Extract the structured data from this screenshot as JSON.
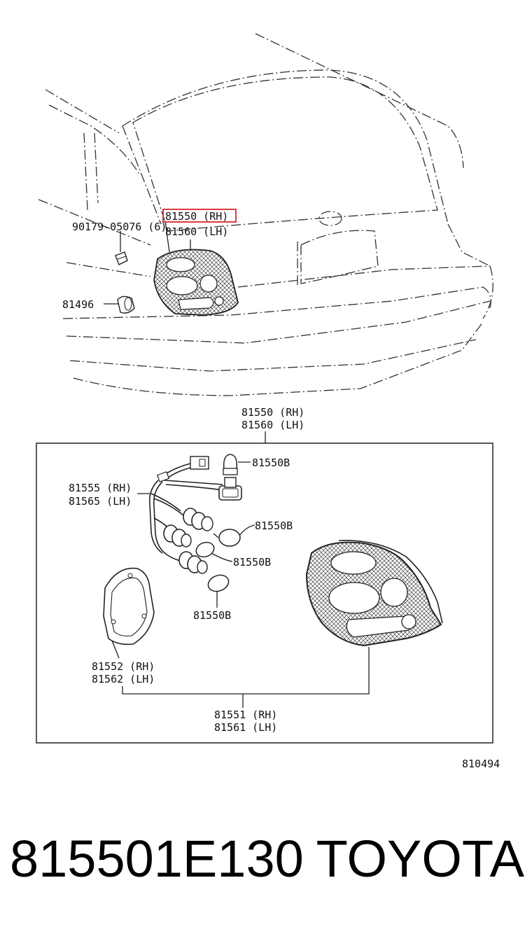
{
  "top_view": {
    "clip_label": "90179-05076 (6)",
    "lamp_rh": "81550 (RH)",
    "lamp_lh": "81560 (LH)",
    "plug_label": "81496"
  },
  "detail_view": {
    "assembly_rh": "81550 (RH)",
    "assembly_lh": "81560 (LH)",
    "socket_rh": "81555 (RH)",
    "socket_lh": "81565 (LH)",
    "bulb_1": "81550B",
    "bulb_2": "81550B",
    "bulb_3": "81550B",
    "bulb_4": "81550B",
    "gasket_rh": "81552 (RH)",
    "gasket_lh": "81562 (LH)",
    "lens_rh": "81551 (RH)",
    "lens_lh": "81561 (LH)"
  },
  "figure_code": "810494",
  "caption": {
    "part_number": "815501E130",
    "brand": "TOYOTA"
  },
  "highlight_color": "#d9262c"
}
